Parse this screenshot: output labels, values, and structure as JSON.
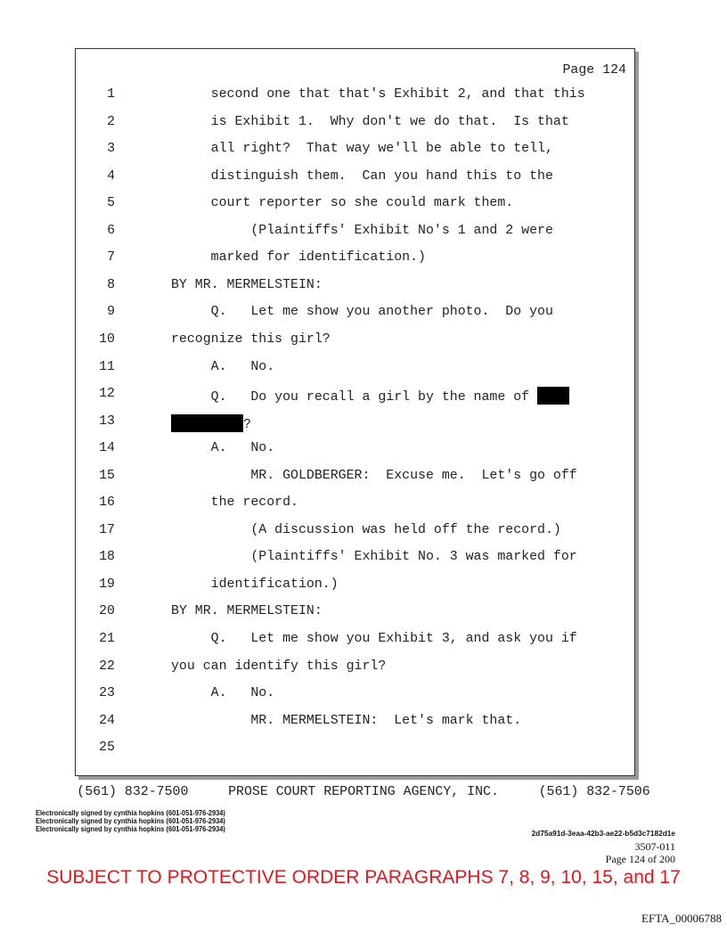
{
  "page_header": "Page 124",
  "lines": [
    {
      "n": "1",
      "t": "     second one that that's Exhibit 2, and that this"
    },
    {
      "n": "2",
      "t": "     is Exhibit 1.  Why don't we do that.  Is that"
    },
    {
      "n": "3",
      "t": "     all right?  That way we'll be able to tell,"
    },
    {
      "n": "4",
      "t": "     distinguish them.  Can you hand this to the"
    },
    {
      "n": "5",
      "t": "     court reporter so she could mark them."
    },
    {
      "n": "6",
      "t": "          (Plaintiffs' Exhibit No's 1 and 2 were"
    },
    {
      "n": "7",
      "t": "     marked for identification.)"
    },
    {
      "n": "8",
      "t": "BY MR. MERMELSTEIN:"
    },
    {
      "n": "9",
      "t": "     Q.   Let me show you another photo.  Do you"
    },
    {
      "n": "10",
      "t": "recognize this girl?"
    },
    {
      "n": "11",
      "t": "     A.   No."
    },
    {
      "n": "12",
      "t": "     Q.   Do you recall a girl by the name of ",
      "redact_after": true
    },
    {
      "n": "13",
      "t": "?",
      "redact_before": true
    },
    {
      "n": "14",
      "t": "     A.   No."
    },
    {
      "n": "15",
      "t": "          MR. GOLDBERGER:  Excuse me.  Let's go off"
    },
    {
      "n": "16",
      "t": "     the record."
    },
    {
      "n": "17",
      "t": "          (A discussion was held off the record.)"
    },
    {
      "n": "18",
      "t": "          (Plaintiffs' Exhibit No. 3 was marked for"
    },
    {
      "n": "19",
      "t": "     identification.)"
    },
    {
      "n": "20",
      "t": "BY MR. MERMELSTEIN:"
    },
    {
      "n": "21",
      "t": "     Q.   Let me show you Exhibit 3, and ask you if"
    },
    {
      "n": "22",
      "t": "you can identify this girl?"
    },
    {
      "n": "23",
      "t": "     A.   No."
    },
    {
      "n": "24",
      "t": "          MR. MERMELSTEIN:  Let's mark that."
    },
    {
      "n": "25",
      "t": ""
    }
  ],
  "footer": "(561) 832-7500     PROSE COURT REPORTING AGENCY, INC.     (561) 832-7506",
  "signatures": [
    "Electronically signed by cynthia hopkins (601-051-976-2934)",
    "Electronically signed by cynthia hopkins (601-051-976-2934)",
    "Electronically signed by cynthia hopkins (601-051-976-2934)"
  ],
  "hash": "2d75a91d-3eaa-42b3-ae22-b5d3c7182d1e",
  "doc_ref": "3507-011",
  "page_of": "Page 124 of 200",
  "protective_order": "SUBJECT TO PROTECTIVE ORDER PARAGRAPHS 7, 8, 9, 10, 15, and 17",
  "bates": "EFTA_00006788"
}
